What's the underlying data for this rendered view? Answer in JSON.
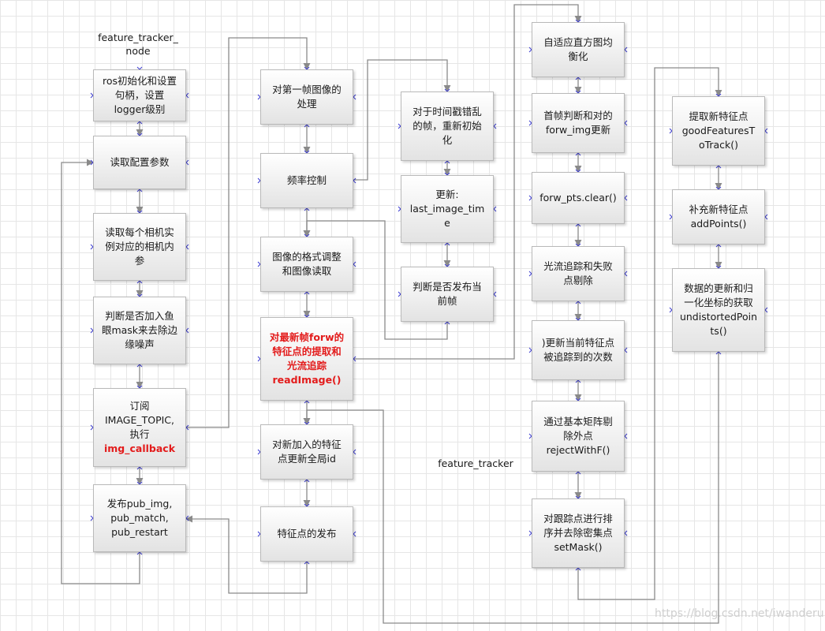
{
  "labels": {
    "node_title": "feature_tracker_\nnode",
    "module_title": "feature_tracker",
    "watermark": "https://blog.csdn.net/iwanderu"
  },
  "col1": [
    "ros初始化和设置\n句柄，设置\nlogger级别",
    "读取配置参数",
    "读取每个相机实\n例对应的相机内\n参",
    "判断是否加入鱼\n眼mask来去除边\n缘噪声",
    "订阅\nIMAGE_TOPIC,\n执行",
    "发布pub_img,\npub_match,\npub_restart"
  ],
  "col1_callback": "img_callback",
  "col2": [
    "对第一帧图像的\n处理",
    "频率控制",
    "图像的格式调整\n和图像读取",
    "对最新帧forw的\n特征点的提取和\n光流追踪\nreadImage()",
    "对新加入的特征\n点更新全局id",
    "特征点的发布"
  ],
  "col3": [
    "对于时间戳错乱\n的帧，重新初始\n化",
    "更新:\nlast_image_tim\ne",
    "判断是否发布当\n前帧"
  ],
  "col4": [
    "自适应直方图均\n衡化",
    "首帧判断和对的\nforw_img更新",
    "forw_pts.clear()",
    "光流追踪和失败\n点剔除",
    ")更新当前特征点\n被追踪到的次数",
    "通过基本矩阵剔\n除外点\nrejectWithF()",
    "对跟踪点进行排\n序并去除密集点\nsetMask()"
  ],
  "col5": [
    "提取新特征点\ngoodFeaturesT\noTrack()",
    "补充新特征点\naddPoints()",
    "数据的更新和归\n一化坐标的获取\nundistortedPoin\nts()"
  ],
  "colors": {
    "grid": "#e6e6e6",
    "connector": "#8a8a8a",
    "highlight_text": "#e31b1b",
    "marker": "#3b3bd1"
  }
}
